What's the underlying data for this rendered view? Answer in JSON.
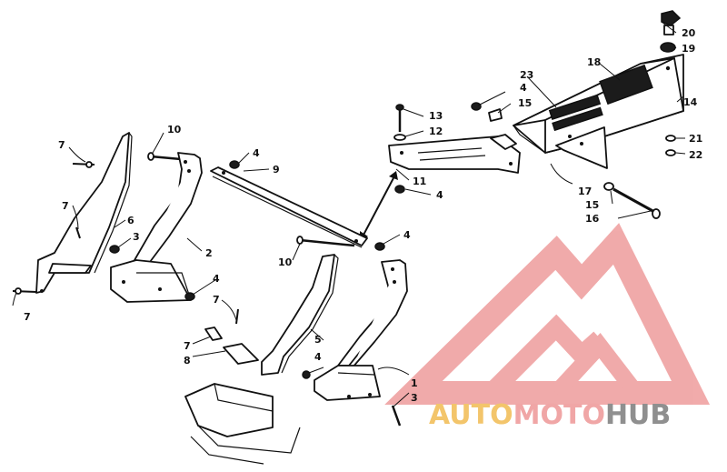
{
  "callouts": [
    {
      "id": "c20a",
      "text": "20"
    },
    {
      "id": "c19a",
      "text": "19"
    },
    {
      "id": "c18a",
      "text": "18"
    },
    {
      "id": "c23a",
      "text": "23"
    },
    {
      "id": "c4a",
      "text": "4"
    },
    {
      "id": "c15a",
      "text": "15"
    },
    {
      "id": "c14a",
      "text": "14"
    },
    {
      "id": "c13a",
      "text": "13"
    },
    {
      "id": "c12a",
      "text": "12"
    },
    {
      "id": "c21a",
      "text": "21"
    },
    {
      "id": "c22a",
      "text": "22"
    },
    {
      "id": "c10a",
      "text": "10"
    },
    {
      "id": "c7a",
      "text": "7"
    },
    {
      "id": "c4b",
      "text": "4"
    },
    {
      "id": "c9a",
      "text": "9"
    },
    {
      "id": "c11a",
      "text": "11"
    },
    {
      "id": "c4c",
      "text": "4"
    },
    {
      "id": "c17a",
      "text": "17"
    },
    {
      "id": "c15b",
      "text": "15"
    },
    {
      "id": "c16a",
      "text": "16"
    },
    {
      "id": "c7b",
      "text": "7"
    },
    {
      "id": "c6a",
      "text": "6"
    },
    {
      "id": "c3a",
      "text": "3"
    },
    {
      "id": "c2a",
      "text": "2"
    },
    {
      "id": "c4d",
      "text": "4"
    },
    {
      "id": "c4e",
      "text": "4"
    },
    {
      "id": "c10b",
      "text": "10"
    },
    {
      "id": "c7c",
      "text": "7"
    },
    {
      "id": "c7d",
      "text": "7"
    },
    {
      "id": "c7e",
      "text": "7"
    },
    {
      "id": "c8a",
      "text": "8"
    },
    {
      "id": "c5a",
      "text": "5"
    },
    {
      "id": "c4f",
      "text": "4"
    },
    {
      "id": "c1a",
      "text": "1"
    },
    {
      "id": "c3b",
      "text": "3"
    }
  ],
  "watermark": {
    "part1": "AUTO",
    "part2": "MOTO",
    "part3": "HUB",
    "colors": {
      "auto": "#f3c56b",
      "moto": "#f0a6a6",
      "hub": "#8f8f8f"
    }
  }
}
